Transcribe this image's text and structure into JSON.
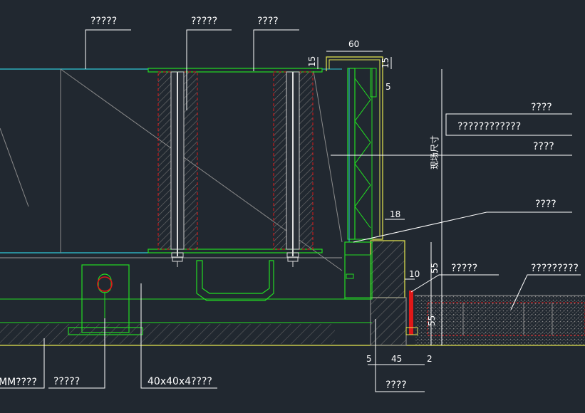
{
  "drawing": {
    "background": "#212830",
    "colors": {
      "green": "#22dd22",
      "yellow": "#e8e850",
      "red": "#e01818",
      "cyan": "#30c8d8",
      "white": "#ffffff",
      "grey": "#9a9a9a"
    },
    "callouts": {
      "top_left": "?????",
      "top_mid": "?????",
      "top_right": "????",
      "right_1": "????",
      "right_2": "????????????",
      "right_3": "????",
      "right_4": "????",
      "right_5": "?????",
      "right_6": "?????????",
      "bottom_left": "MM????",
      "bottom_2": "?????",
      "bottom_3": "40x40x4????",
      "bottom_4": "????"
    },
    "dimensions": {
      "d60": "60",
      "d15a": "15",
      "d15b": "15",
      "d5a": "5",
      "d18": "18",
      "d10": "10",
      "d55a": "55",
      "d55b": "55",
      "d5b": "5",
      "d45": "45",
      "d2": "2"
    },
    "vertical_label": "现场尺寸"
  }
}
